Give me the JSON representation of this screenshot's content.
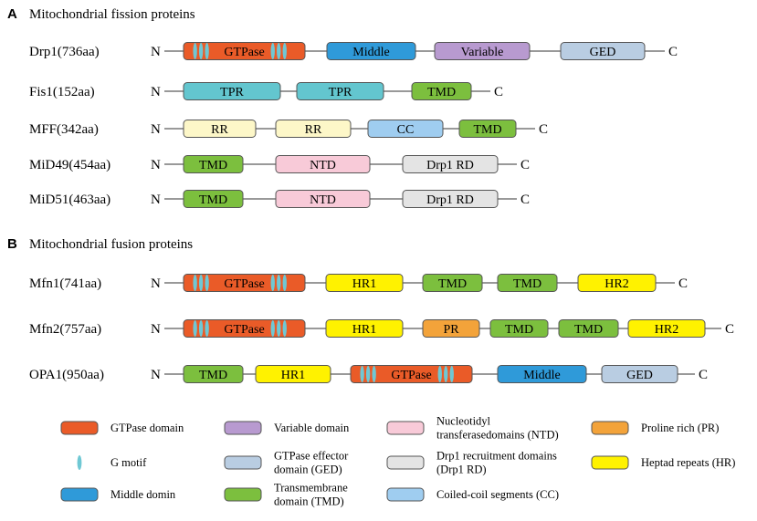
{
  "colors": {
    "GTPase": "#ea5b28",
    "Middle": "#2f9ad9",
    "Variable": "#b89ad0",
    "GED": "#b9cde2",
    "TPR": "#63c6cf",
    "TMD": "#7cbf3e",
    "RR": "#fdf7c8",
    "CC": "#9fcdf0",
    "NTD": "#f8cad8",
    "Drp1RD": "#e4e4e4",
    "HR": "#fff200",
    "PR": "#f3a33a",
    "gmotif": "#6fc8d4",
    "outline": "#555555"
  },
  "sections": [
    {
      "letter": "A",
      "title": "Mitochondrial fission proteins",
      "proteins": [
        {
          "name": "Drp1(736aa)",
          "n_label": "N",
          "c_label": "C",
          "domains": [
            {
              "key": "GTPase",
              "label": "GTPase",
              "motifs": true
            },
            {
              "key": "Middle",
              "label": "Middle"
            },
            {
              "key": "Variable",
              "label": "Variable"
            },
            {
              "key": "GED",
              "label": "GED"
            }
          ]
        },
        {
          "name": "Fis1(152aa)",
          "n_label": "N",
          "c_label": "C",
          "domains": [
            {
              "key": "TPR",
              "label": "TPR"
            },
            {
              "key": "TPR",
              "label": "TPR"
            },
            {
              "key": "TMD",
              "label": "TMD"
            }
          ]
        },
        {
          "name": "MFF(342aa)",
          "n_label": "N",
          "c_label": "C",
          "domains": [
            {
              "key": "RR",
              "label": "RR"
            },
            {
              "key": "RR",
              "label": "RR"
            },
            {
              "key": "CC",
              "label": "CC"
            },
            {
              "key": "TMD",
              "label": "TMD"
            }
          ]
        },
        {
          "name": "MiD49(454aa)",
          "n_label": "N",
          "c_label": "C",
          "domains": [
            {
              "key": "TMD",
              "label": "TMD"
            },
            {
              "key": "NTD",
              "label": "NTD"
            },
            {
              "key": "Drp1RD",
              "label": "Drp1 RD"
            }
          ]
        },
        {
          "name": "MiD51(463aa)",
          "n_label": "N",
          "c_label": "C",
          "domains": [
            {
              "key": "TMD",
              "label": "TMD"
            },
            {
              "key": "NTD",
              "label": "NTD"
            },
            {
              "key": "Drp1RD",
              "label": "Drp1 RD"
            }
          ]
        }
      ]
    },
    {
      "letter": "B",
      "title": "Mitochondrial fusion proteins",
      "proteins": [
        {
          "name": "Mfn1(741aa)",
          "n_label": "N",
          "c_label": "C",
          "domains": [
            {
              "key": "GTPase",
              "label": "GTPase",
              "motifs": true
            },
            {
              "key": "HR",
              "label": "HR1"
            },
            {
              "key": "TMD",
              "label": "TMD"
            },
            {
              "key": "TMD",
              "label": "TMD"
            },
            {
              "key": "HR",
              "label": "HR2"
            }
          ]
        },
        {
          "name": "Mfn2(757aa)",
          "n_label": "N",
          "c_label": "C",
          "domains": [
            {
              "key": "GTPase",
              "label": "GTPase",
              "motifs": true
            },
            {
              "key": "HR",
              "label": "HR1"
            },
            {
              "key": "PR",
              "label": "PR"
            },
            {
              "key": "TMD",
              "label": "TMD"
            },
            {
              "key": "TMD",
              "label": "TMD"
            },
            {
              "key": "HR",
              "label": "HR2"
            }
          ]
        },
        {
          "name": "OPA1(950aa)",
          "n_label": "N",
          "c_label": "C",
          "domains": [
            {
              "key": "TMD",
              "label": "TMD"
            },
            {
              "key": "HR",
              "label": "HR1"
            },
            {
              "key": "GTPase",
              "label": "GTPase",
              "motifs": true
            },
            {
              "key": "Middle",
              "label": "Middle"
            },
            {
              "key": "GED",
              "label": "GED"
            }
          ]
        }
      ]
    }
  ],
  "legend": [
    {
      "key": "GTPase",
      "lines": [
        "GTPase domain"
      ]
    },
    {
      "key": "Variable",
      "lines": [
        "Variable domain"
      ]
    },
    {
      "key": "NTD",
      "lines": [
        "Nucleotidyl",
        "transferasedomains (NTD)"
      ]
    },
    {
      "key": "PR",
      "lines": [
        "Proline rich (PR)"
      ]
    },
    {
      "key": "gmotif",
      "lines": [
        "G motif"
      ]
    },
    {
      "key": "GED",
      "lines": [
        "GTPase effector",
        "domain (GED)"
      ]
    },
    {
      "key": "Drp1RD",
      "lines": [
        "Drp1 recruitment domains",
        "(Drp1 RD)"
      ]
    },
    {
      "key": "HR",
      "lines": [
        "Heptad repeats (HR)"
      ]
    },
    {
      "key": "Middle",
      "lines": [
        "Middle domin"
      ]
    },
    {
      "key": "TMD",
      "lines": [
        "Transmembrane",
        "domain (TMD)"
      ]
    },
    {
      "key": "CC",
      "lines": [
        "Coiled-coil segments (CC)"
      ]
    }
  ]
}
